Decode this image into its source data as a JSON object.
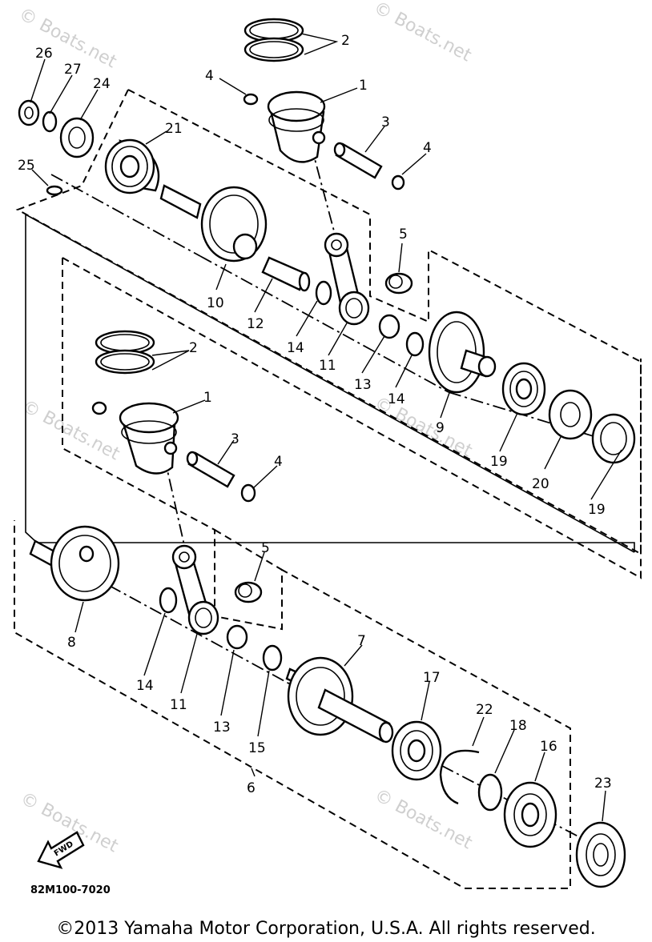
{
  "watermarks": [
    "© Boats.net",
    "© Boats.net",
    "© Boats.net",
    "© Boats.net",
    "© Boats.net",
    "© Boats.net"
  ],
  "callouts": [
    "26",
    "27",
    "24",
    "2",
    "4",
    "1",
    "21",
    "3",
    "4",
    "25",
    "5",
    "10",
    "12",
    "14",
    "11",
    "13",
    "14",
    "9",
    "19",
    "20",
    "19",
    "2",
    "1",
    "3",
    "4",
    "5",
    "8",
    "14",
    "11",
    "13",
    "15",
    "7",
    "17",
    "22",
    "18",
    "16",
    "6",
    "23"
  ],
  "direction_label": "FWD",
  "diagram_code": "82M100-7020",
  "copyright": "©2013 Yamaha Motor Corporation, U.S.A. All rights reserved."
}
